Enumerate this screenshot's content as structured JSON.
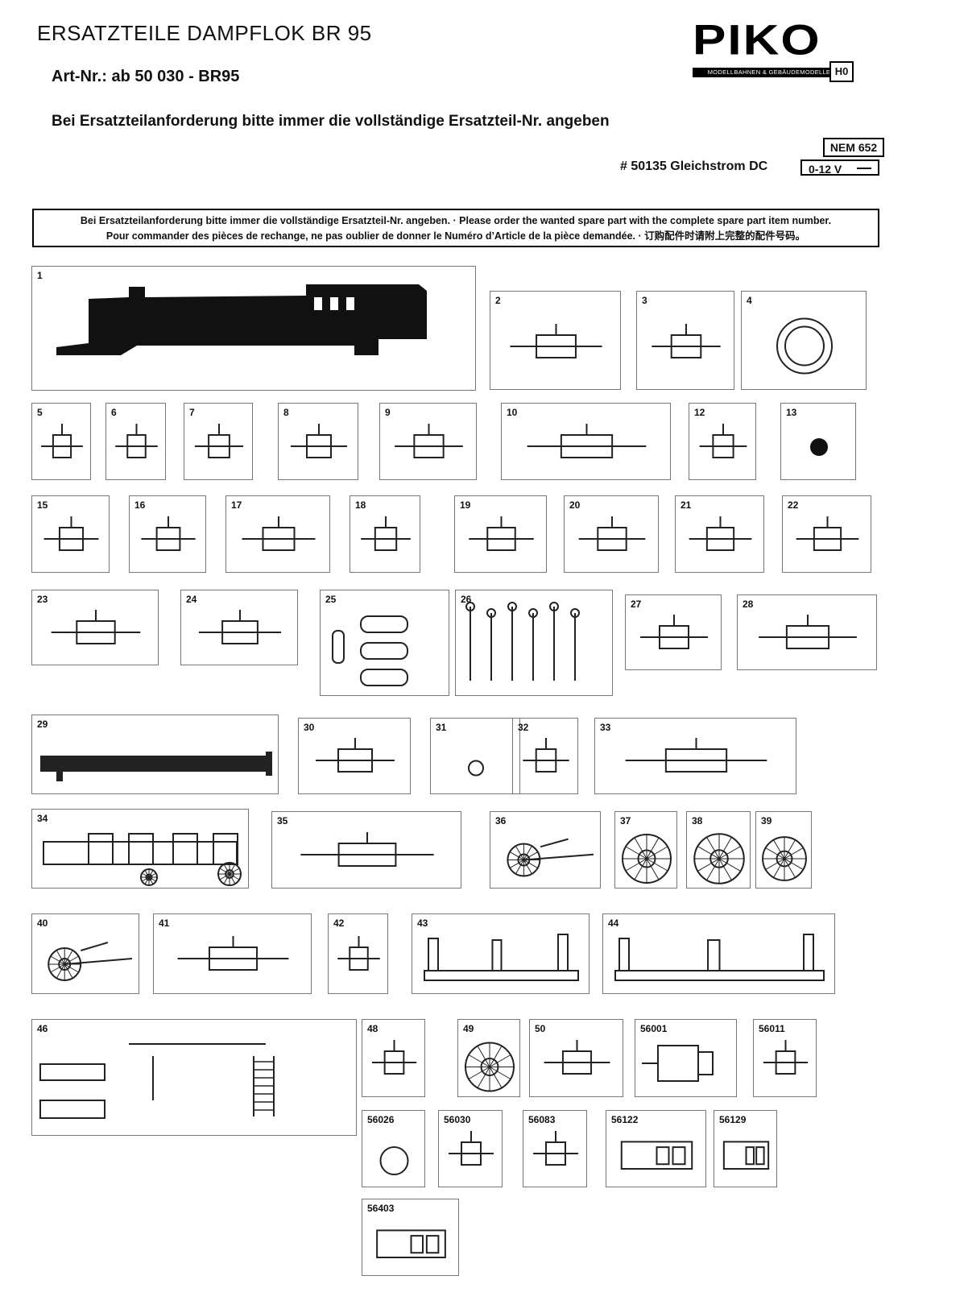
{
  "header": {
    "title": "ERSATZTEILE DAMPFLOK BR 95",
    "art_nr": "Art-Nr.: ab 50 030 - BR95",
    "note": "Bei Ersatzteilanforderung bitte immer die vollständige Ersatzteil-Nr. angeben",
    "logo": {
      "word": "PIKO",
      "tagline": "MODELLBAHNEN & GEBÄUDEMODELLE",
      "scale": "H0"
    },
    "nem": "NEM 652",
    "voltage": "0-12 V",
    "dc_label": "# 50135 Gleichstrom DC"
  },
  "banner": {
    "line1": "Bei Ersatzteilanforderung bitte immer die vollständige Ersatzteil-Nr. angeben. · Please order the wanted spare part with the complete spare part item number.",
    "line2": "Pour commander des pièces de rechange, ne pas oublier de donner le Numéro d’Article de la pièce demandée. · 订购配件时请附上完整的配件号码。"
  },
  "parts": [
    {
      "id": "1"
    },
    {
      "id": "2"
    },
    {
      "id": "3"
    },
    {
      "id": "4"
    },
    {
      "id": "5"
    },
    {
      "id": "6"
    },
    {
      "id": "7"
    },
    {
      "id": "8"
    },
    {
      "id": "9"
    },
    {
      "id": "10"
    },
    {
      "id": "12"
    },
    {
      "id": "13"
    },
    {
      "id": "15"
    },
    {
      "id": "16"
    },
    {
      "id": "17"
    },
    {
      "id": "18"
    },
    {
      "id": "19"
    },
    {
      "id": "20"
    },
    {
      "id": "21"
    },
    {
      "id": "22"
    },
    {
      "id": "23"
    },
    {
      "id": "24"
    },
    {
      "id": "25"
    },
    {
      "id": "26"
    },
    {
      "id": "27"
    },
    {
      "id": "28"
    },
    {
      "id": "29"
    },
    {
      "id": "30"
    },
    {
      "id": "31"
    },
    {
      "id": "32"
    },
    {
      "id": "33"
    },
    {
      "id": "34"
    },
    {
      "id": "35"
    },
    {
      "id": "36"
    },
    {
      "id": "37"
    },
    {
      "id": "38"
    },
    {
      "id": "39"
    },
    {
      "id": "40"
    },
    {
      "id": "41"
    },
    {
      "id": "42"
    },
    {
      "id": "43"
    },
    {
      "id": "44"
    },
    {
      "id": "46"
    },
    {
      "id": "48"
    },
    {
      "id": "49"
    },
    {
      "id": "50"
    },
    {
      "id": "56001"
    },
    {
      "id": "56011"
    },
    {
      "id": "56026"
    },
    {
      "id": "56030"
    },
    {
      "id": "56083"
    },
    {
      "id": "56122"
    },
    {
      "id": "56129"
    },
    {
      "id": "56403"
    }
  ]
}
